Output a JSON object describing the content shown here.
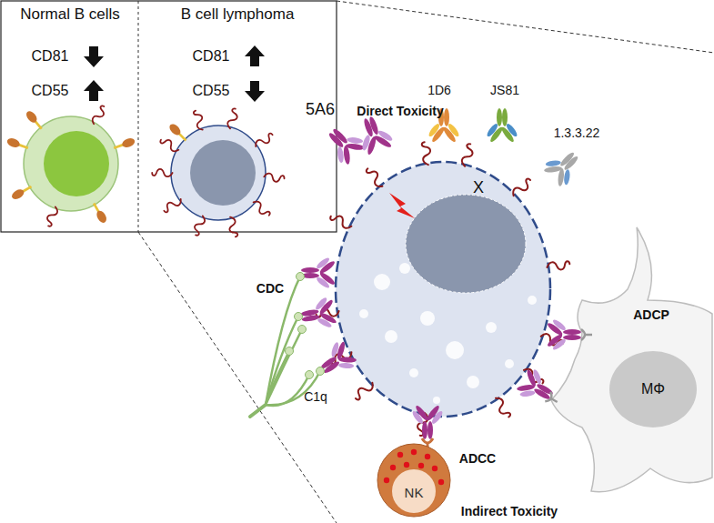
{
  "diagram": {
    "nodes": [
      {
        "text": [
          "Normal B cells"
        ]
      },
      {
        "text": [
          "B cell lymphoma"
        ]
      },
      {
        "text": [
          "MΦ"
        ]
      },
      {
        "text": [
          "NK"
        ]
      }
    ],
    "labels": [
      "CD81",
      "CD55",
      "CD81",
      "CD55",
      "Direct Toxicity",
      "5A6",
      "1D6",
      "JS81",
      "1.3.3.22",
      "X",
      "CDC",
      "C1q",
      "ADCP",
      "ADCC",
      "Indirect Toxicity"
    ]
  }
}
